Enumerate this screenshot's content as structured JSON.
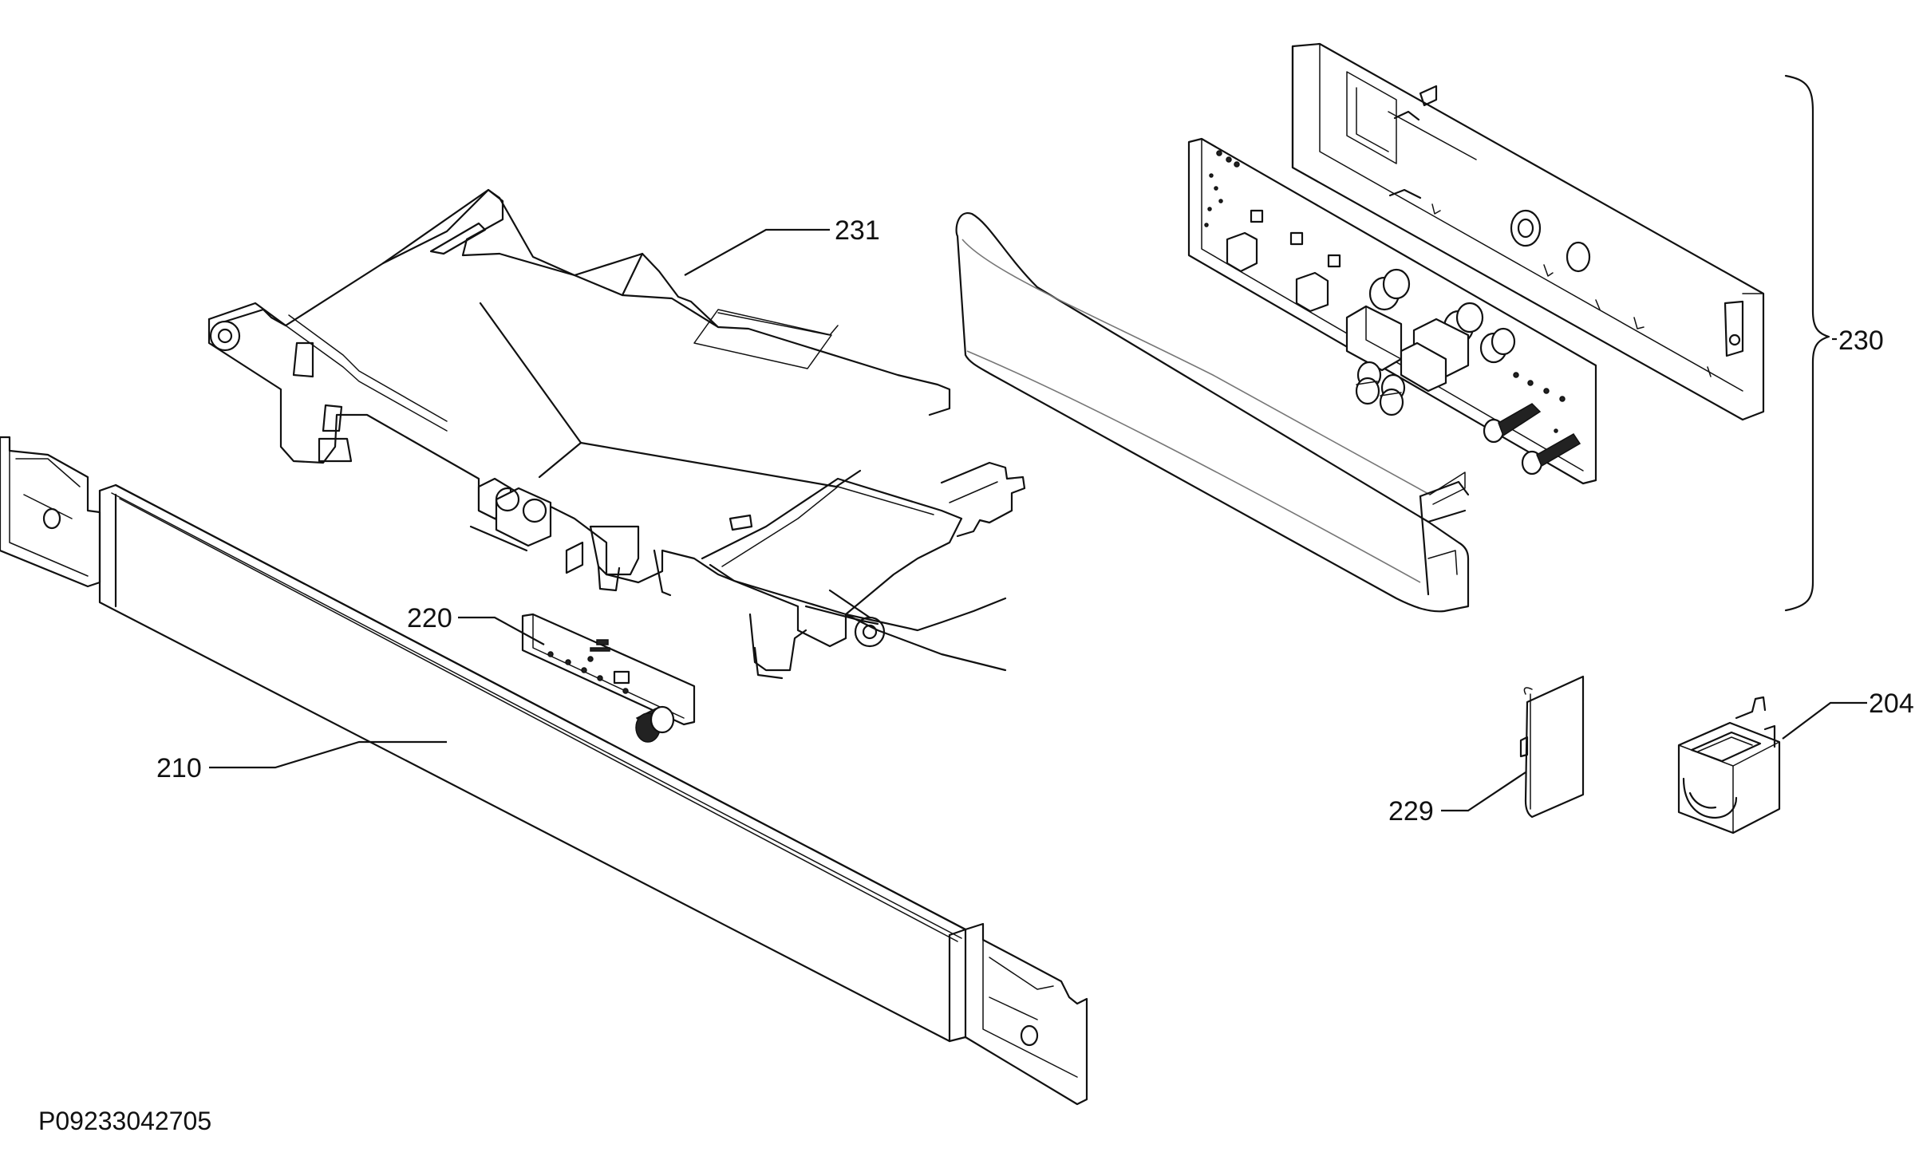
{
  "callouts": {
    "c231": "231",
    "c230": "230",
    "c220": "220",
    "c210": "210",
    "c229": "229",
    "c204": "204"
  },
  "drawing_id": "P09233042705"
}
